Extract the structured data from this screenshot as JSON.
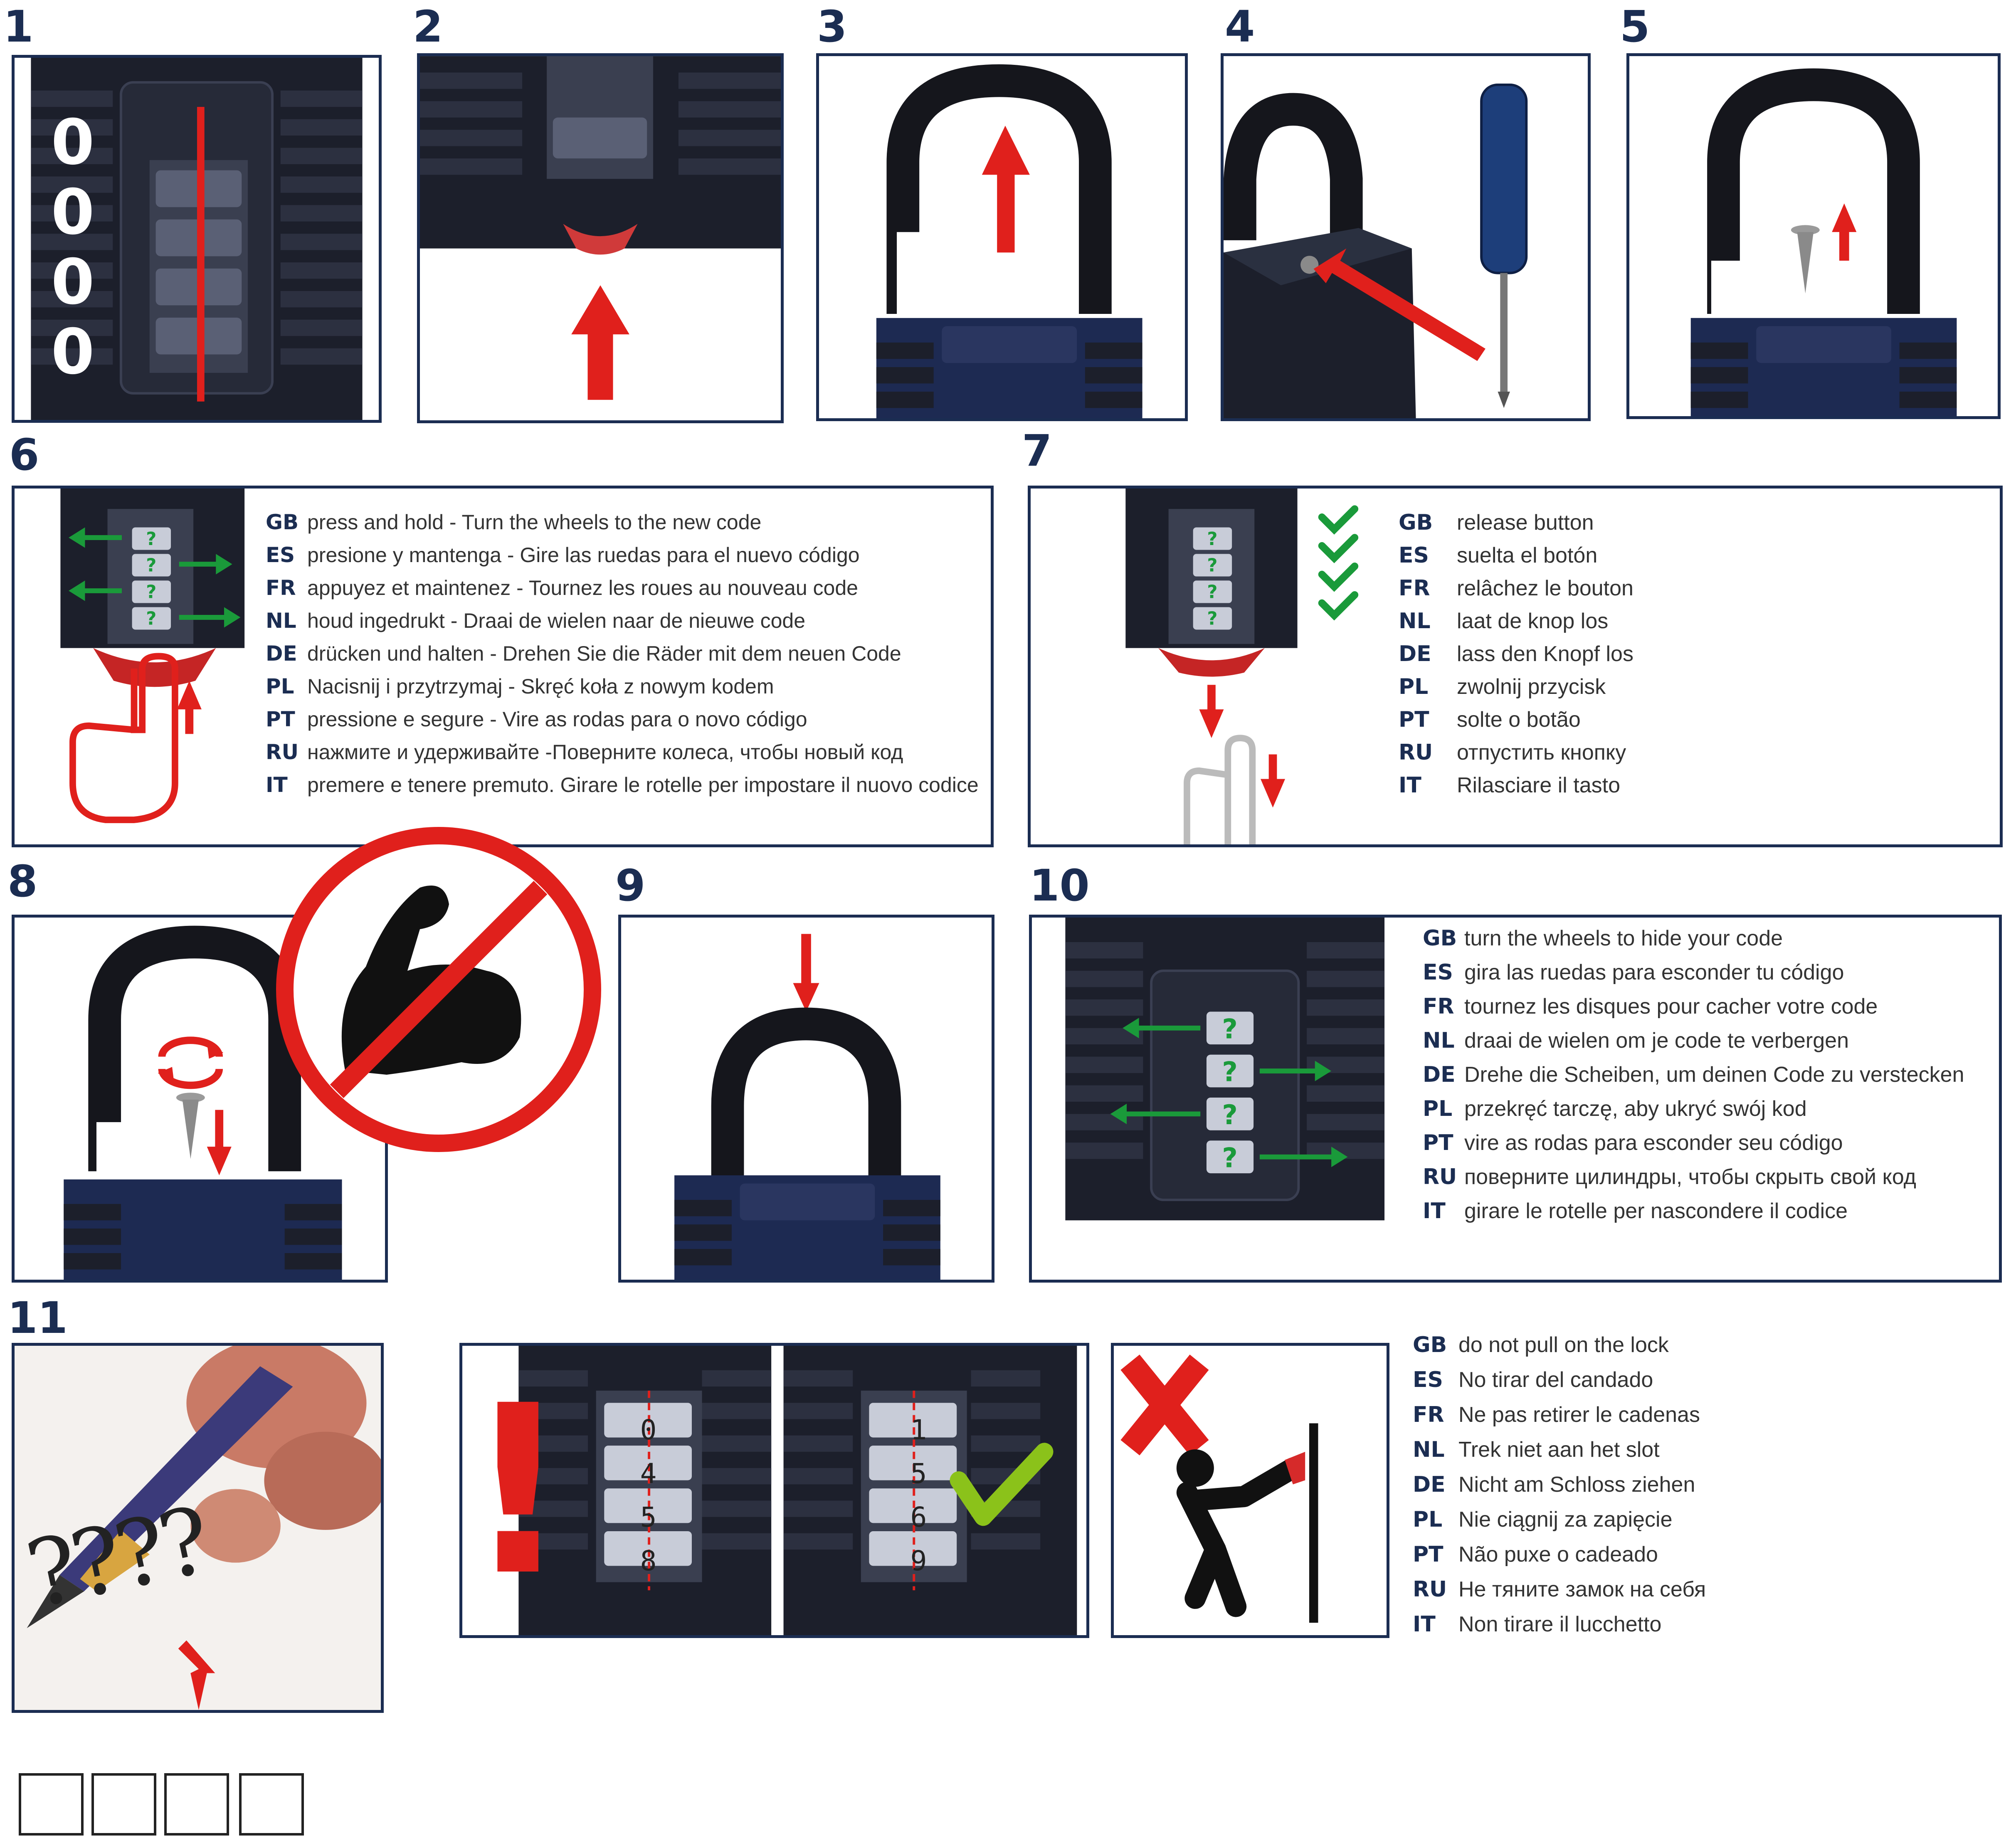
{
  "steps": {
    "s1": "1",
    "s2": "2",
    "s3": "3",
    "s4": "4",
    "s5": "5",
    "s6": "6",
    "s7": "7",
    "s8": "8",
    "s9": "9",
    "s10": "10",
    "s11": "11"
  },
  "step1": {
    "digits": [
      "0",
      "0",
      "0",
      "0"
    ]
  },
  "step6": {
    "lines": [
      {
        "code": "GB",
        "text": "press and hold - Turn the wheels to the new code"
      },
      {
        "code": "ES",
        "text": "presione y mantenga - Gire las ruedas para el nuevo código"
      },
      {
        "code": "FR",
        "text": "appuyez et maintenez - Tournez les roues au nouveau code"
      },
      {
        "code": "NL",
        "text": "houd ingedrukt - Draai de wielen naar de nieuwe code"
      },
      {
        "code": "DE",
        "text": "drücken und halten - Drehen Sie die Räder mit dem neuen Code"
      },
      {
        "code": "PL",
        "text": "Nacisnij i przytrzymaj - Skręć koła z nowym kodem"
      },
      {
        "code": "PT",
        "text": "pressione e segure - Vire as rodas para o novo código"
      },
      {
        "code": "RU",
        "text": "нажмите и удерживайте -Поверните колеса, чтобы новый код"
      },
      {
        "code": "IT",
        "text": "premere e tenere premuto. Girare le rotelle per impostare il nuovo codice"
      }
    ]
  },
  "step7": {
    "lines": [
      {
        "code": "GB",
        "text": "release button"
      },
      {
        "code": "ES",
        "text": "suelta el botón"
      },
      {
        "code": "FR",
        "text": "relâchez le bouton"
      },
      {
        "code": "NL",
        "text": "laat de knop los"
      },
      {
        "code": "DE",
        "text": "lass den Knopf los"
      },
      {
        "code": "PL",
        "text": "zwolnij przycisk"
      },
      {
        "code": "PT",
        "text": "solte o botão"
      },
      {
        "code": "RU",
        "text": "отпустить кнопку"
      },
      {
        "code": "IT",
        "text": "Rilasciare il tasto"
      }
    ]
  },
  "step10": {
    "lines": [
      {
        "code": "GB",
        "text": "turn the wheels to hide your code"
      },
      {
        "code": "ES",
        "text": "gira las ruedas para esconder tu código"
      },
      {
        "code": "FR",
        "text": "tournez les disques pour cacher votre code"
      },
      {
        "code": "NL",
        "text": "draai de wielen om je code te verbergen"
      },
      {
        "code": "DE",
        "text": "Drehe die Scheiben, um deinen Code zu verstecken"
      },
      {
        "code": "PL",
        "text": "przekręć tarczę, aby ukryć swój kod"
      },
      {
        "code": "PT",
        "text": "vire as rodas para esconder seu código"
      },
      {
        "code": "RU",
        "text": "поверните цилиндры,  чтобы скрыть свой код"
      },
      {
        "code": "IT",
        "text": "girare le rotelle per nascondere il codice"
      }
    ]
  },
  "step11": {
    "question_marks": "????",
    "lines": [
      {
        "code": "GB",
        "text": "do not pull on the lock"
      },
      {
        "code": "ES",
        "text": "No tirar del candado"
      },
      {
        "code": "FR",
        "text": "Ne pas retirer le cadenas"
      },
      {
        "code": "NL",
        "text": "Trek niet aan het slot"
      },
      {
        "code": "DE",
        "text": "Nicht am Schloss ziehen"
      },
      {
        "code": "PL",
        "text": "Nie ciągnij za zapięcie"
      },
      {
        "code": "PT",
        "text": "Não puxe o cadeado"
      },
      {
        "code": "RU",
        "text": "Не тяните замок на себя"
      },
      {
        "code": "IT",
        "text": "Non tirare il lucchetto"
      }
    ],
    "wrong_dial": [
      "0",
      "4",
      "5",
      "8"
    ],
    "right_dial": [
      "1",
      "5",
      "6",
      "9"
    ],
    "exclamation": "!"
  },
  "colors": {
    "frame": "#1b2d52",
    "lock_body": "#1c1f2b",
    "lock_blue": "#1d2a52",
    "arrow_red": "#e0201c",
    "arrow_green": "#1a9a3a",
    "check_green": "#8bc21a"
  }
}
